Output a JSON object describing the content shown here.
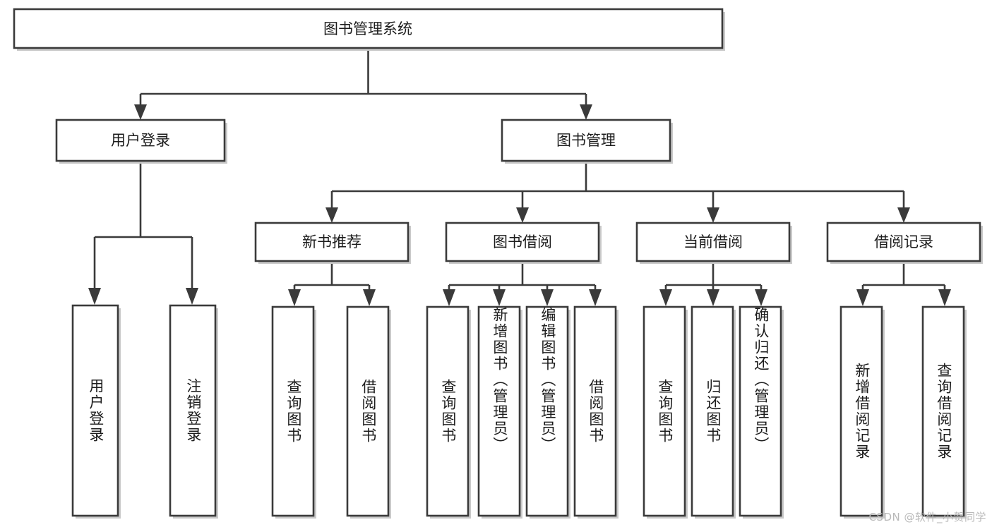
{
  "diagram": {
    "type": "tree-hierarchy",
    "title": "图书管理系统",
    "watermark": "CSDN @软件_小贺同学",
    "colors": {
      "stroke": "#3a3a3a",
      "fill": "#ffffff",
      "text": "#1c1c1c",
      "shadow": "#c9c9c9",
      "watermark": "#b9b9b9"
    },
    "levels": {
      "root": {
        "label": "图书管理系统"
      },
      "level2": [
        {
          "label": "用户登录"
        },
        {
          "label": "图书管理"
        }
      ],
      "level3": [
        {
          "label": "新书推荐"
        },
        {
          "label": "图书借阅"
        },
        {
          "label": "当前借阅"
        },
        {
          "label": "借阅记录"
        }
      ]
    },
    "leaves": {
      "user_login": [
        {
          "label": "用户登录"
        },
        {
          "label": "注销登录"
        }
      ],
      "new_book_recommend": [
        {
          "label": "查询图书"
        },
        {
          "label": "借阅图书"
        }
      ],
      "book_borrow": [
        {
          "label": "查询图书"
        },
        {
          "label": "新增图书（管理员）"
        },
        {
          "label": "编辑图书（管理员）"
        },
        {
          "label": "借阅图书"
        }
      ],
      "current_borrow": [
        {
          "label": "查询图书"
        },
        {
          "label": "归还图书"
        },
        {
          "label": "确认归还（管理员）"
        }
      ],
      "borrow_record": [
        {
          "label": "新增借阅记录"
        },
        {
          "label": "查询借阅记录"
        }
      ]
    }
  }
}
